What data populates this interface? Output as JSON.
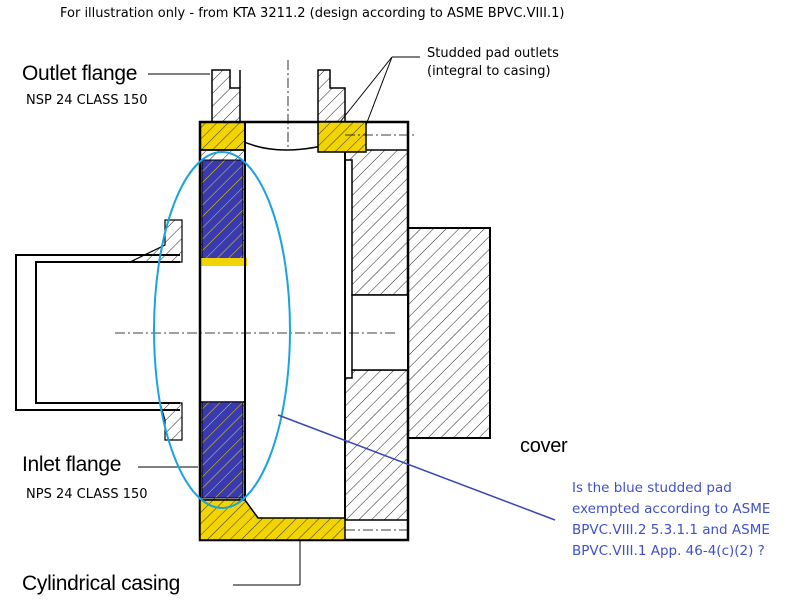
{
  "header": {
    "note": "For illustration only - from KTA 3211.2  (design according to  ASME BPVC.VIII.1)"
  },
  "labels": {
    "outlet_flange": "Outlet flange",
    "outlet_spec": "NSP 24 CLASS 150",
    "inlet_flange": "Inlet flange",
    "inlet_spec": "NPS 24 CLASS 150",
    "cylindrical_casing": "Cylindrical casing",
    "cover": "cover",
    "studded_pad_line1": "Studded pad outlets",
    "studded_pad_line2": "(integral to casing)"
  },
  "question": {
    "text": "Is the blue studded pad exempted according to ASME BPVC.VIII.2 5.3.1.1 and ASME BPVC.VIII.1 App. 46-4(c)(2) ?"
  },
  "colors": {
    "pad_yellow": "#f2d400",
    "pad_blue": "#3a3ab0",
    "ellipse": "#1aa3e0",
    "question_text": "#3f51c8",
    "pointer_line": "#3a46b8"
  }
}
